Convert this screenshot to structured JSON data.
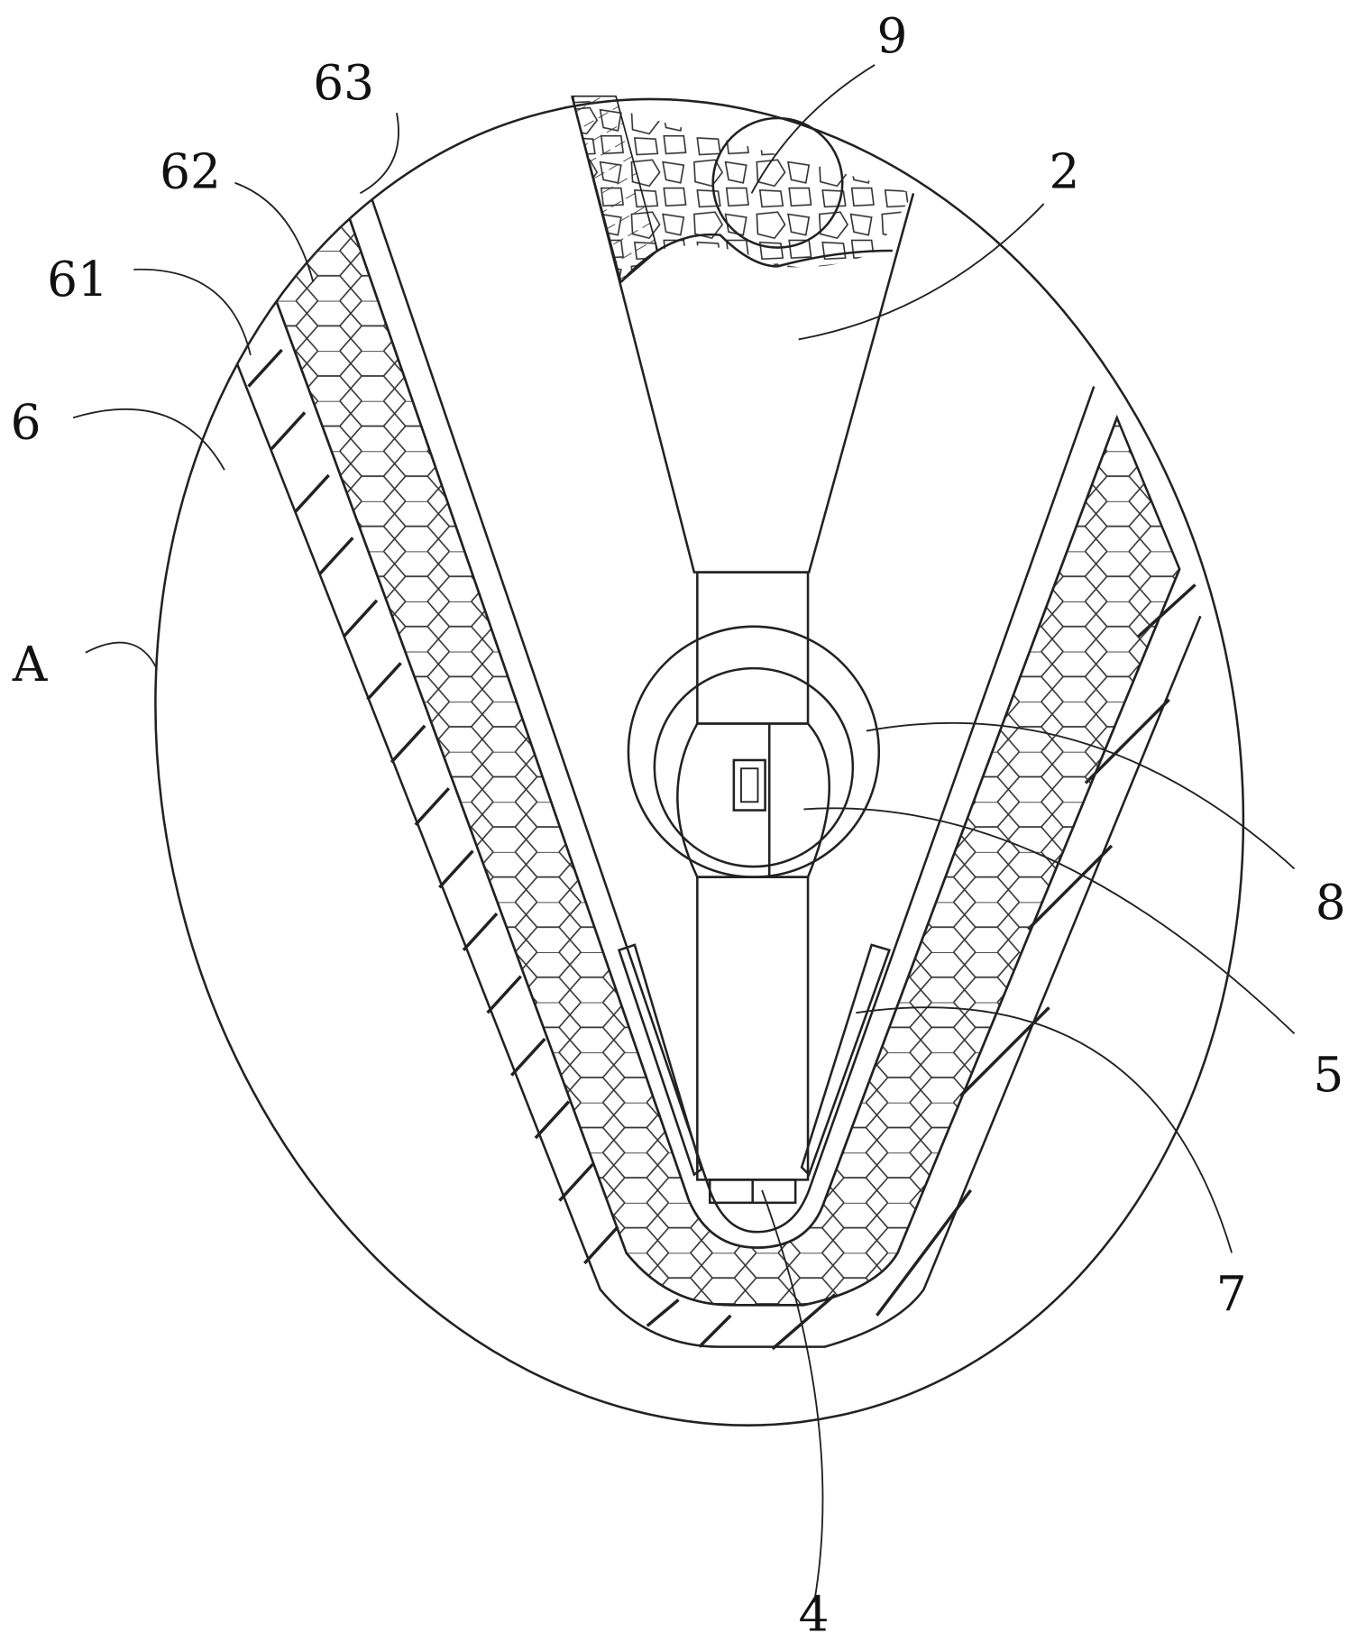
{
  "figure": {
    "labels": {
      "detail": "A",
      "part_2": "2",
      "part_4": "4",
      "part_5": "5",
      "part_6": "6",
      "part_61": "61",
      "part_62": "62",
      "part_63": "63",
      "part_7": "7",
      "part_8": "8",
      "part_9": "9"
    }
  }
}
